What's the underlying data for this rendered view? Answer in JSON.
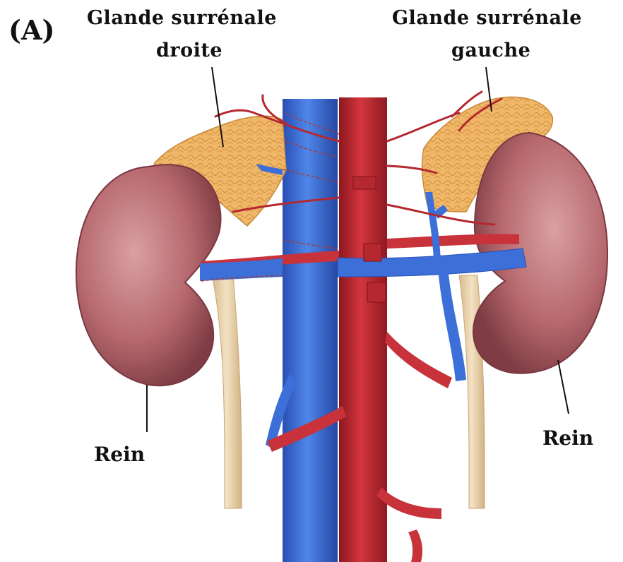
{
  "figure": {
    "panel_letter": "(A)",
    "labels": {
      "right_adrenal_line1": "Glande surrénale",
      "right_adrenal_line2": "droite",
      "left_adrenal_line1": "Glande surrénale",
      "left_adrenal_line2": "gauche",
      "right_kidney": "Rein",
      "left_kidney": "Rein"
    },
    "colors": {
      "vein_blue": "#3f6fd6",
      "artery_red": "#c1272d",
      "kidney": "#b46a6e",
      "adrenal": "#efb868",
      "ureter": "#ead3ad"
    }
  }
}
